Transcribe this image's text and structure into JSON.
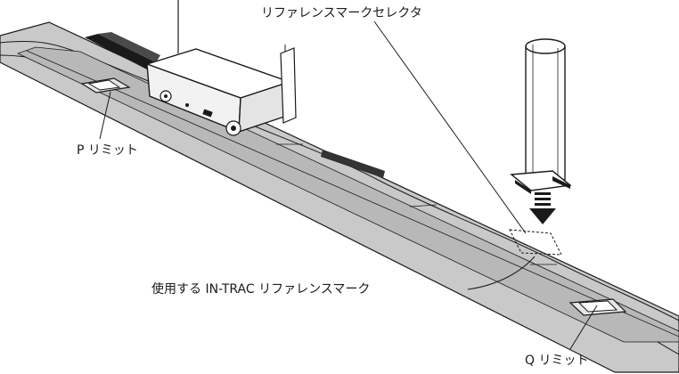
{
  "labels": {
    "reference_mark_selector": "リファレンスマークセレクタ",
    "p_limit": "P リミット",
    "in_trac_reference_mark": "使用する IN-TRAC リファレンスマーク",
    "q_limit": "Q リミット"
  },
  "colors": {
    "scale_band": "#c8c8c8",
    "scale_center": "#bdbdbd",
    "line": "#1a1a1a",
    "readhead_top": "#ffffff",
    "readhead_side": "#e8e8e8"
  }
}
